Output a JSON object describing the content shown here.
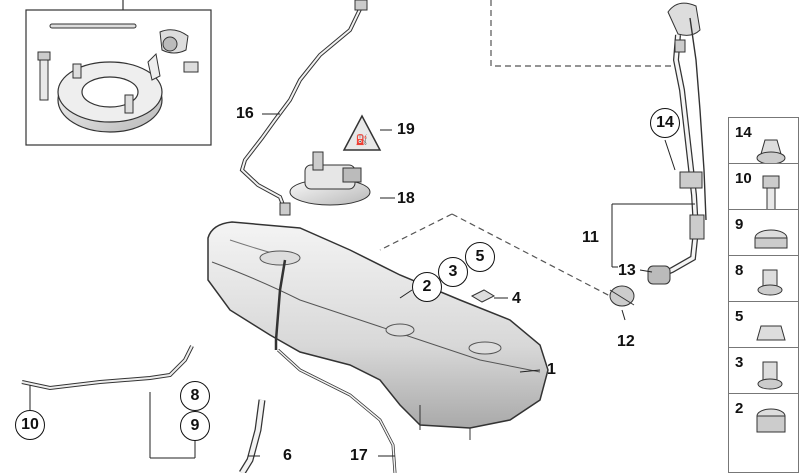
{
  "diagram": {
    "callouts": {
      "c1": "1",
      "c2": "2",
      "c3": "3",
      "c4": "4",
      "c5": "5",
      "c6": "6",
      "c8": "8",
      "c9": "9",
      "c10": "10",
      "c11": "11",
      "c12": "12",
      "c13": "13",
      "c14": "14",
      "c16": "16",
      "c17": "17",
      "c18": "18",
      "c19": "19"
    },
    "side_panel": {
      "items": [
        "14",
        "10",
        "9",
        "8",
        "5",
        "3",
        "2"
      ]
    }
  }
}
